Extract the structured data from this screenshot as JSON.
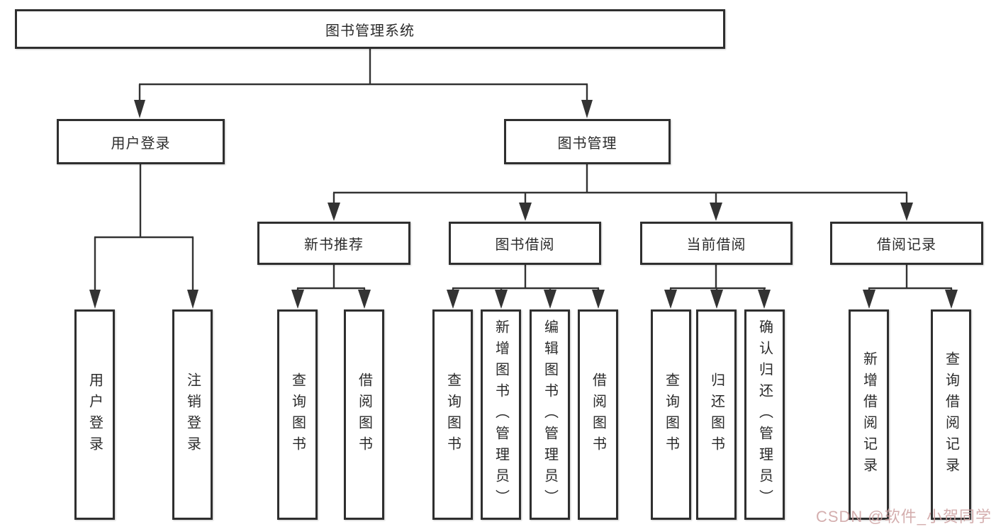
{
  "diagram": {
    "root": {
      "label": "图书管理系统"
    },
    "branches": [
      {
        "label": "用户登录",
        "children": [
          {
            "label": "用户登录"
          },
          {
            "label": "注销登录"
          }
        ]
      },
      {
        "label": "图书管理",
        "children": [
          {
            "label": "新书推荐",
            "children": [
              {
                "label": "查询图书"
              },
              {
                "label": "借阅图书"
              }
            ]
          },
          {
            "label": "图书借阅",
            "children": [
              {
                "label": "查询图书"
              },
              {
                "label": "新增图书（管理员）"
              },
              {
                "label": "编辑图书（管理员）"
              },
              {
                "label": "借阅图书"
              }
            ]
          },
          {
            "label": "当前借阅",
            "children": [
              {
                "label": "查询图书"
              },
              {
                "label": "归还图书"
              },
              {
                "label": "确认归还（管理员）"
              }
            ]
          },
          {
            "label": "借阅记录",
            "children": [
              {
                "label": "新增借阅记录"
              },
              {
                "label": "查询借阅记录"
              }
            ]
          }
        ]
      }
    ]
  },
  "watermark": {
    "text": "CSDN @软件_小贺同学",
    "color": "#cda0a0"
  },
  "colors": {
    "line": "#333333",
    "box_border": "#2f2f2f",
    "text": "#2b2b2b",
    "background": "#ffffff"
  }
}
